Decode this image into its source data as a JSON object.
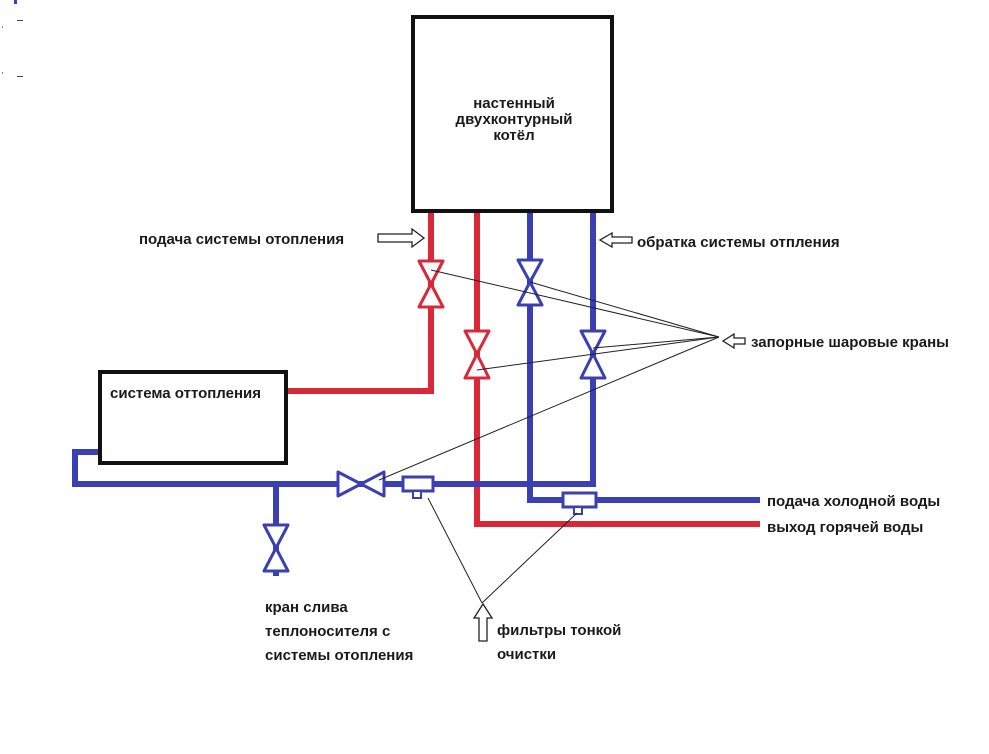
{
  "labels": {
    "boiler_line1": "настенный",
    "boiler_line2": "двухконтурный",
    "boiler_line3": "котёл",
    "heating_system": "система оттопления",
    "supply_heating": "подача системы отопления",
    "return_heating": "обратка системы отпления",
    "ball_valves": "запорные шаровые краны",
    "cold_water_in": "подача холодной воды",
    "hot_water_out": "выход горячей воды",
    "drain_line1": "кран слива",
    "drain_line2": "теплоносителя с",
    "drain_line3": "системы отопления",
    "filters_line1": "фильтры тонкой",
    "filters_line2": "очистки"
  },
  "colors": {
    "hot_pipe": "#d8283a",
    "cold_pipe": "#3a3fb4",
    "outline": "#111111",
    "pointer": "#222222"
  }
}
